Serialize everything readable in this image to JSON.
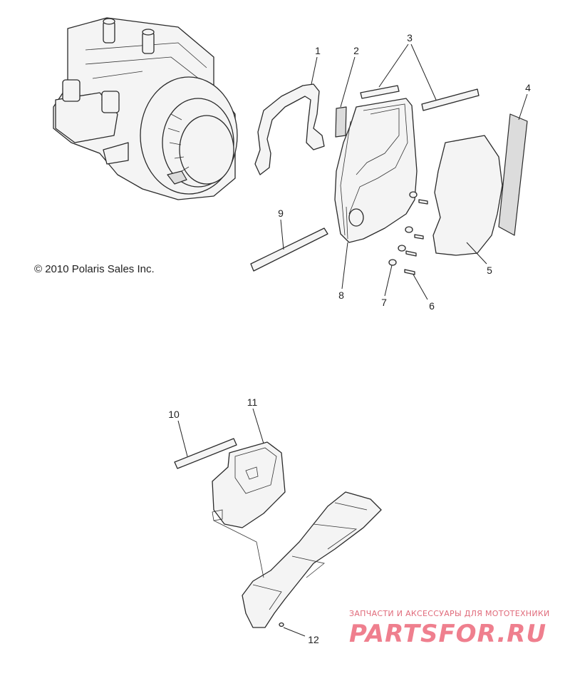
{
  "copyright": "© 2010 Polaris Sales Inc.",
  "watermark": {
    "tagline": "ЗАПЧАСТИ И АКСЕССУАРЫ ДЛЯ МОТОТЕХНИКИ",
    "brand": "PARTSFOR.RU"
  },
  "callouts": {
    "c1": "1",
    "c2": "2",
    "c3": "3",
    "c4": "4",
    "c5": "5",
    "c6": "6",
    "c7": "7",
    "c8": "8",
    "c9": "9",
    "c10": "10",
    "c11": "11",
    "c12": "12"
  }
}
